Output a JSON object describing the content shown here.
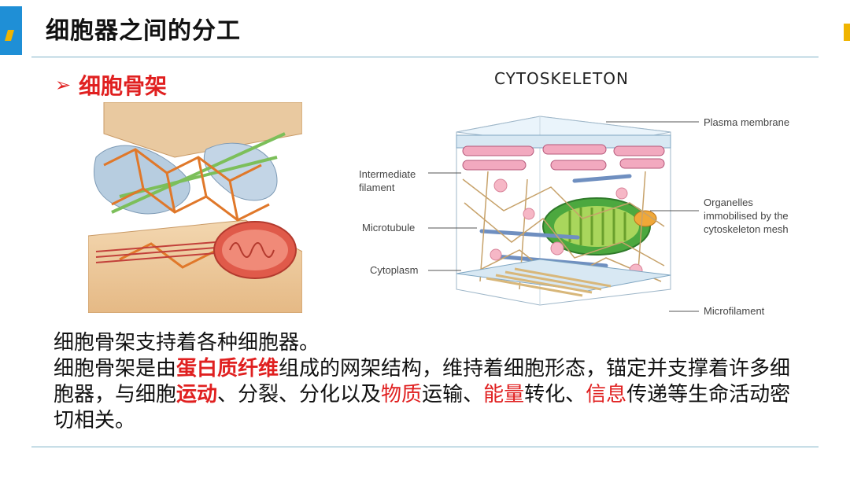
{
  "header": {
    "title": "细胞器之间的分工"
  },
  "bullet": {
    "title": "细胞骨架"
  },
  "figure_right": {
    "title": "CYTOSKELETON",
    "labels": {
      "plasma_membrane": "Plasma membrane",
      "intermediate_filament_1": "Intermediate",
      "intermediate_filament_2": "filament",
      "organelles_1": "Organelles",
      "organelles_2": "immobilised by the",
      "organelles_3": "cytoskeleton mesh",
      "microtubule": "Microtubule",
      "cytoplasm": "Cytoplasm",
      "microfilament": "Microfilament"
    }
  },
  "body": {
    "line1": "细胞骨架支持着各种细胞器。",
    "p2_a": "细胞骨架是由",
    "p2_b": "蛋白质纤维",
    "p2_c": "组成的网架结构，维持着细胞形态，锚定并支撑着许多细胞器，与细胞",
    "p2_d": "运动",
    "p2_e": "、分裂、分化以及",
    "p2_f": "物质",
    "p2_g": "运输、",
    "p2_h": "能量",
    "p2_i": "转化、",
    "p2_j": "信息",
    "p2_k": "传递等生命活动密切相关。"
  },
  "colors": {
    "accent_red": "#e02020",
    "accent_blue": "#1f8fd6",
    "accent_yellow": "#f0b400"
  }
}
